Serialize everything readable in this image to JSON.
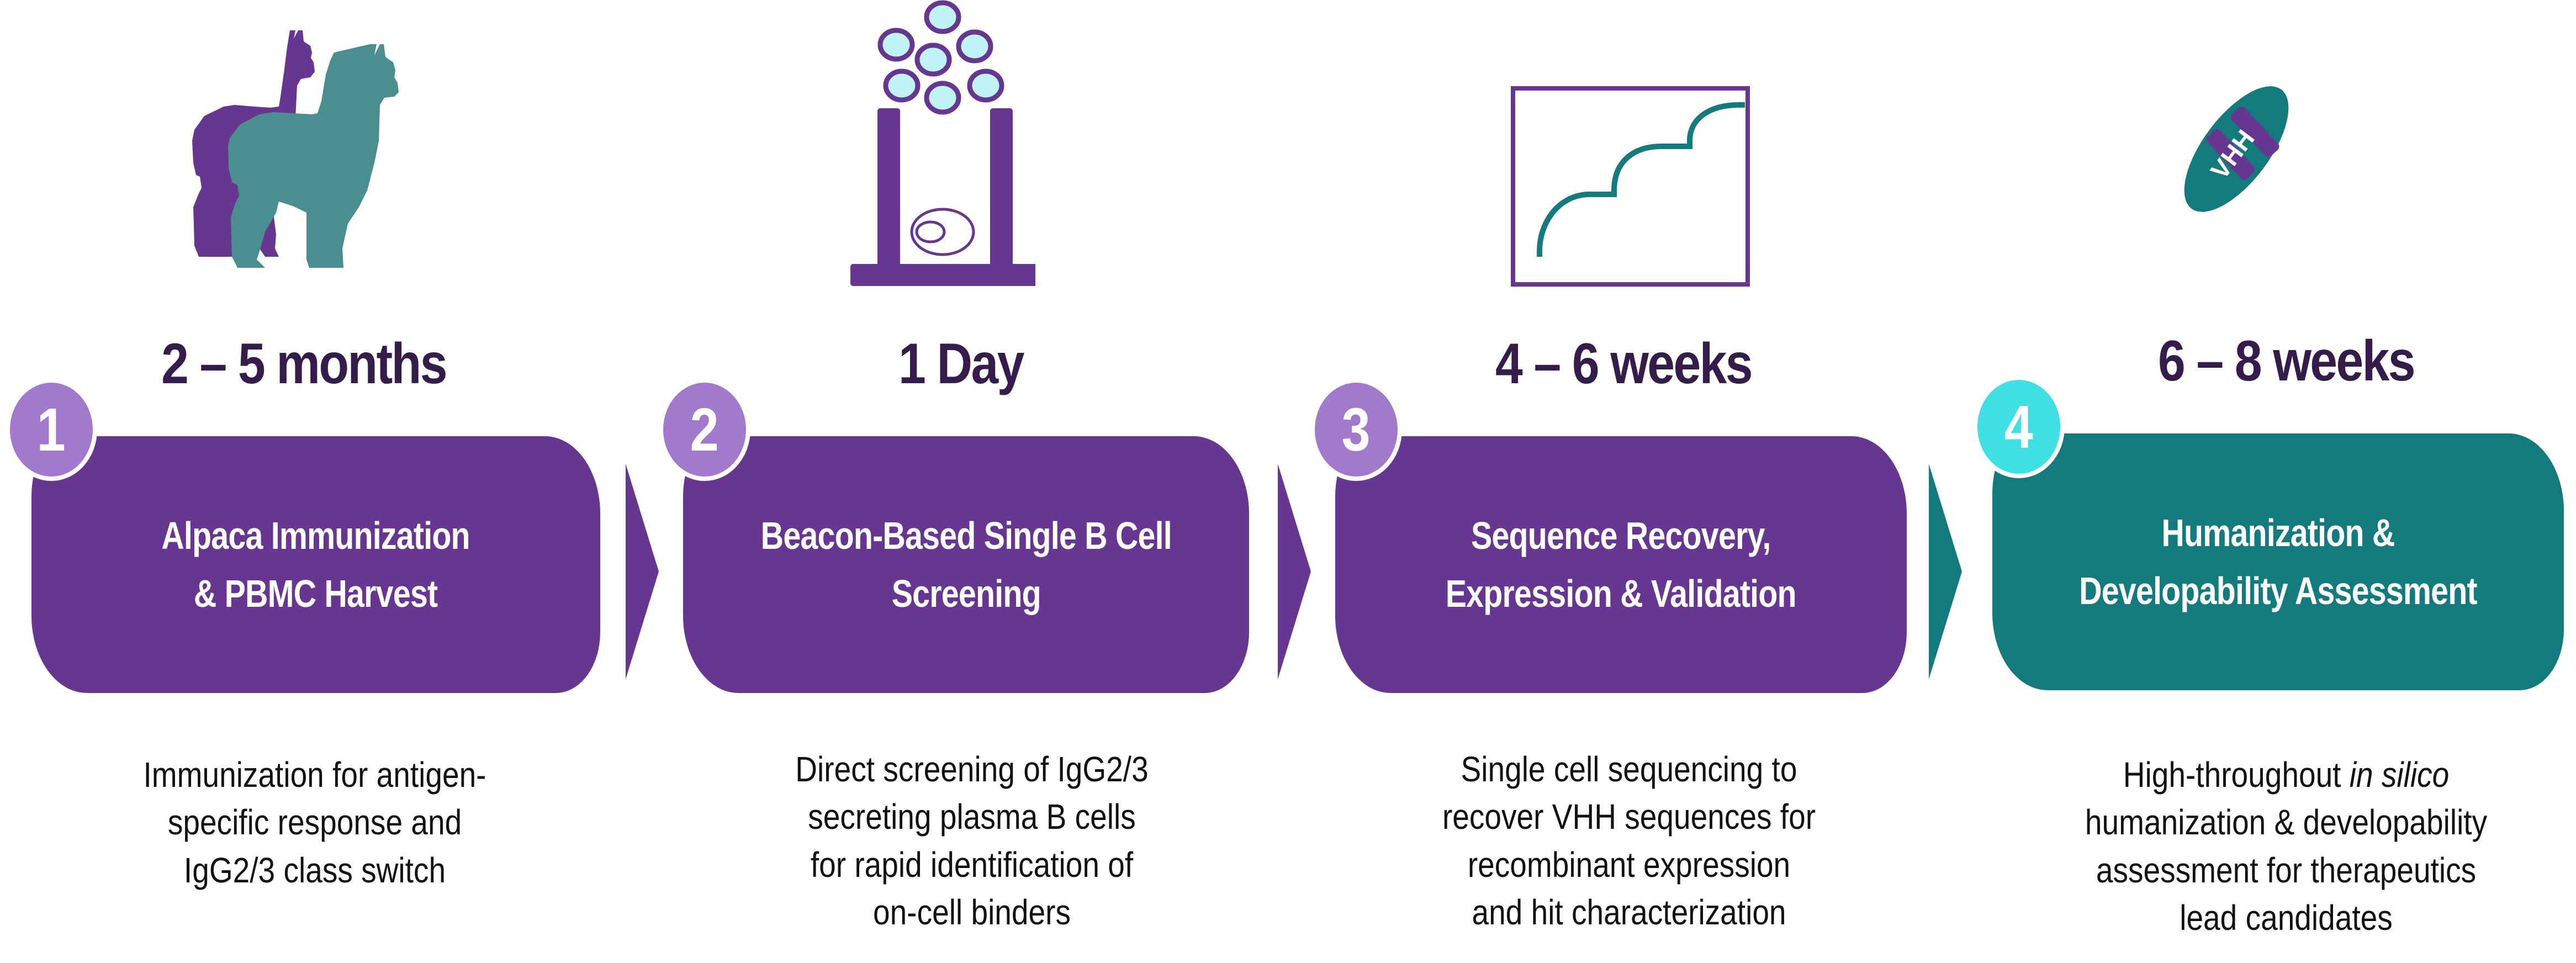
{
  "colors": {
    "purple": "#663691",
    "teal": "#137b7d",
    "alpaca_teal": "#4a8e8f",
    "badge_lavender": "#a279cc",
    "badge_cyan": "#3fe0e4",
    "cell_fill": "#bff3f5",
    "duration_text": "#351c4b"
  },
  "steps": [
    {
      "number": "1",
      "duration": "2 – 5 months",
      "title": "Alpaca Immunization\n& PBMC Harvest",
      "icon": "alpaca-icon",
      "description": [
        "Immunization for antigen-",
        "specific response and",
        "IgG2/3 class switch"
      ]
    },
    {
      "number": "2",
      "duration": "1 Day",
      "title": "Beacon-Based Single B Cell\nScreening",
      "icon": "beacon-chip-icon",
      "description": [
        "Direct screening of IgG2/3",
        "secreting plasma B cells",
        "for rapid identification of",
        "on-cell binders"
      ]
    },
    {
      "number": "3",
      "duration": "4 – 6 weeks",
      "title": "Sequence Recovery,\nExpression & Validation",
      "icon": "stepwise-curve-icon",
      "description": [
        "Single cell sequencing to",
        "recover VHH sequences for",
        "recombinant expression",
        "and hit characterization"
      ]
    },
    {
      "number": "4",
      "duration": "6 – 8 weeks",
      "title": "Humanization &\nDevelopability Assessment",
      "icon": "vhh-antibody-icon",
      "icon_label": "VHH",
      "description_parts": [
        "High-throughout ",
        "in silico",
        ""
      ],
      "description": [
        "humanization & developability",
        "assessment for therapeutics",
        "lead candidates"
      ]
    }
  ]
}
